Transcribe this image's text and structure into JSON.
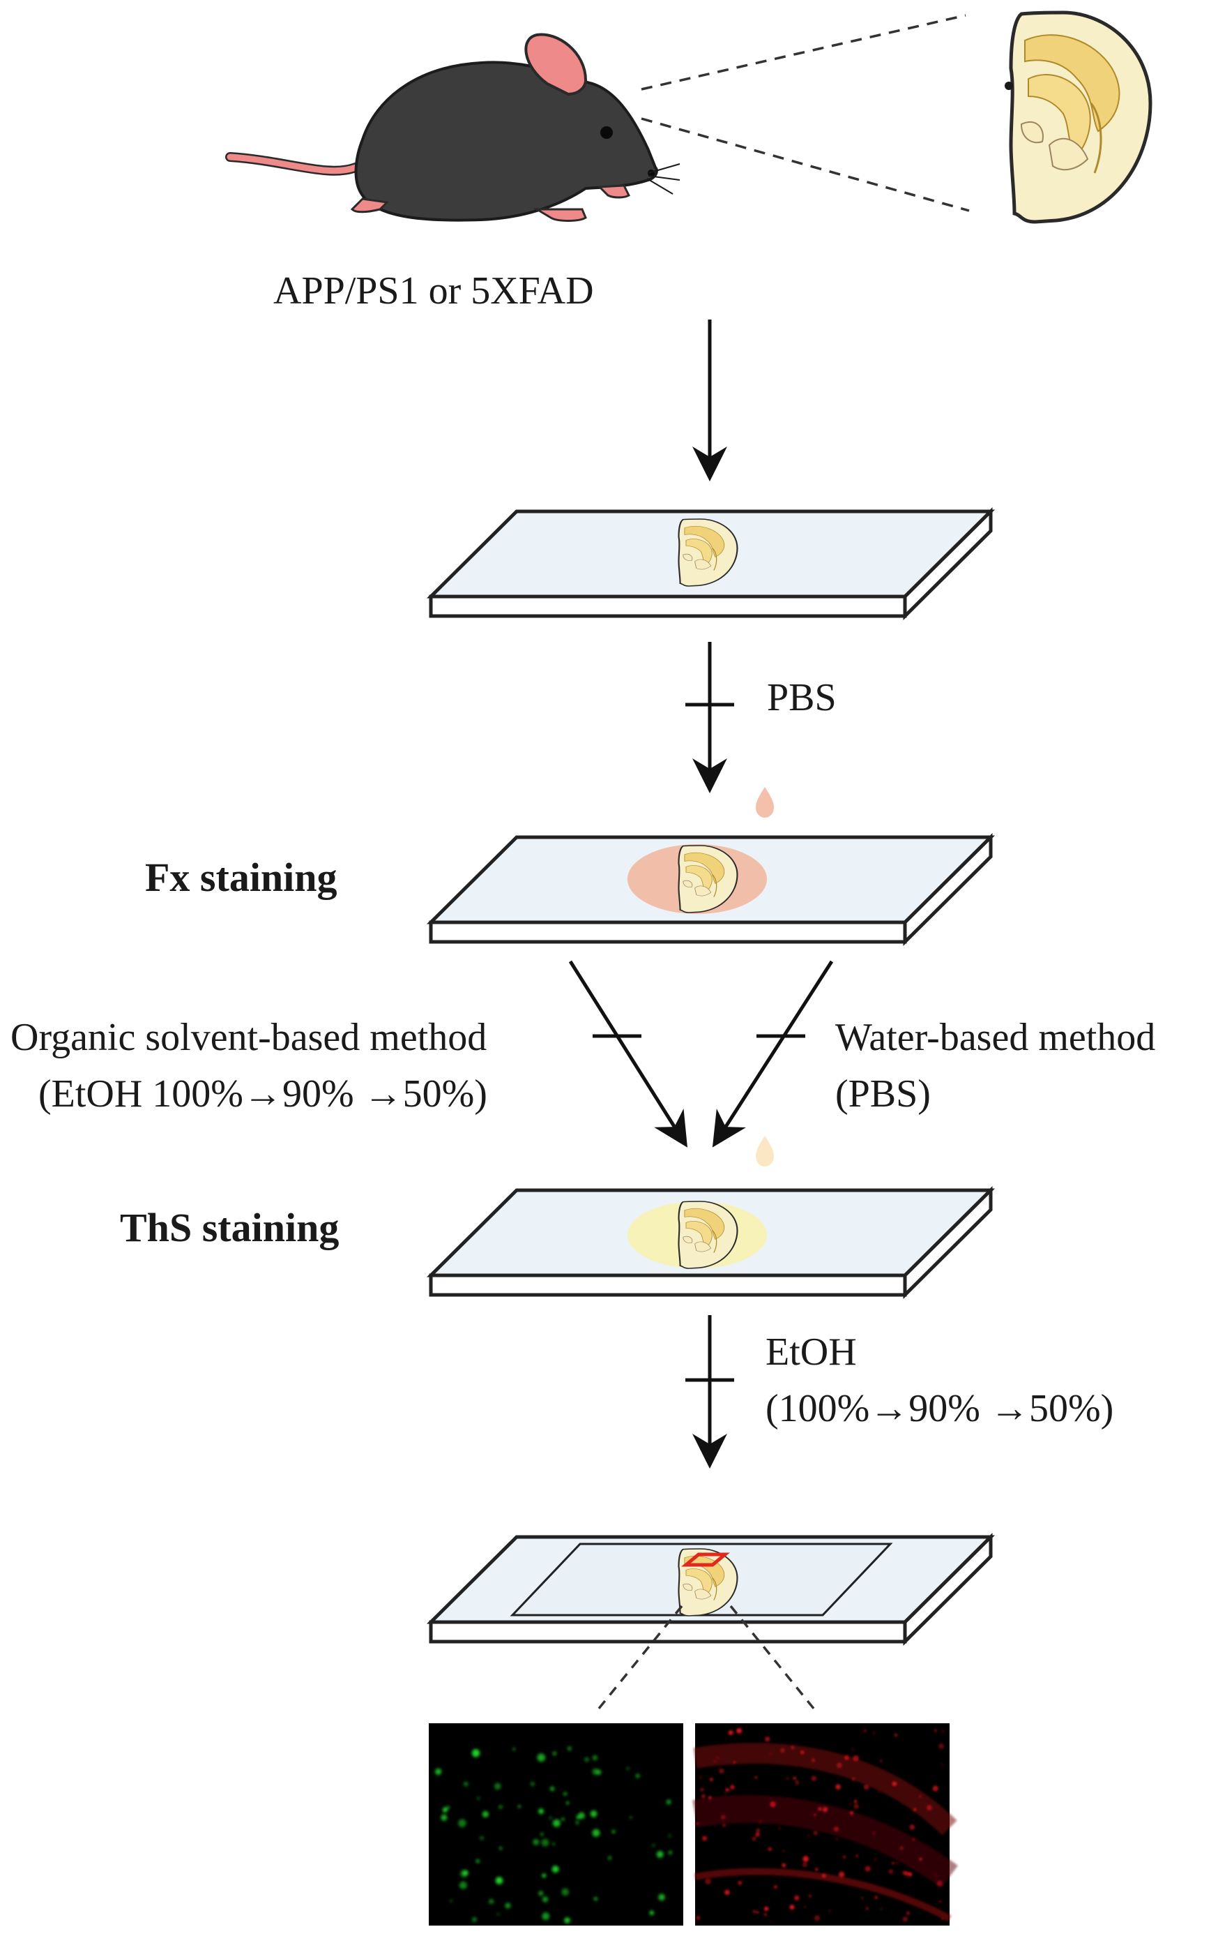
{
  "mouse": {
    "model_label": "APP/PS1 or 5XFAD"
  },
  "steps": {
    "pbs_wash": "PBS",
    "fx_staining": "Fx staining",
    "organic_method_line1": "Organic solvent-based method",
    "organic_method_line2": "(EtOH 100%→90% →50%)",
    "water_method_line1": "Water-based method",
    "water_method_line2": "(PBS)",
    "ths_staining": "ThS staining",
    "etoh_wash_line1": "EtOH",
    "etoh_wash_line2": "(100%→90% →50%)"
  },
  "colors": {
    "mouse_body": "#3d3c3c",
    "mouse_pink": "#ef8a8a",
    "brain_fill": "#f7efc8",
    "brain_region": "#f0d27a",
    "slide_top": "#ecf3f8",
    "fx_stain": "#f2b49c",
    "ths_stain": "#f8f2b0",
    "roi_box": "#e0281e",
    "ths_channel": "#1fd42a",
    "fx_channel": "#d8141c"
  }
}
